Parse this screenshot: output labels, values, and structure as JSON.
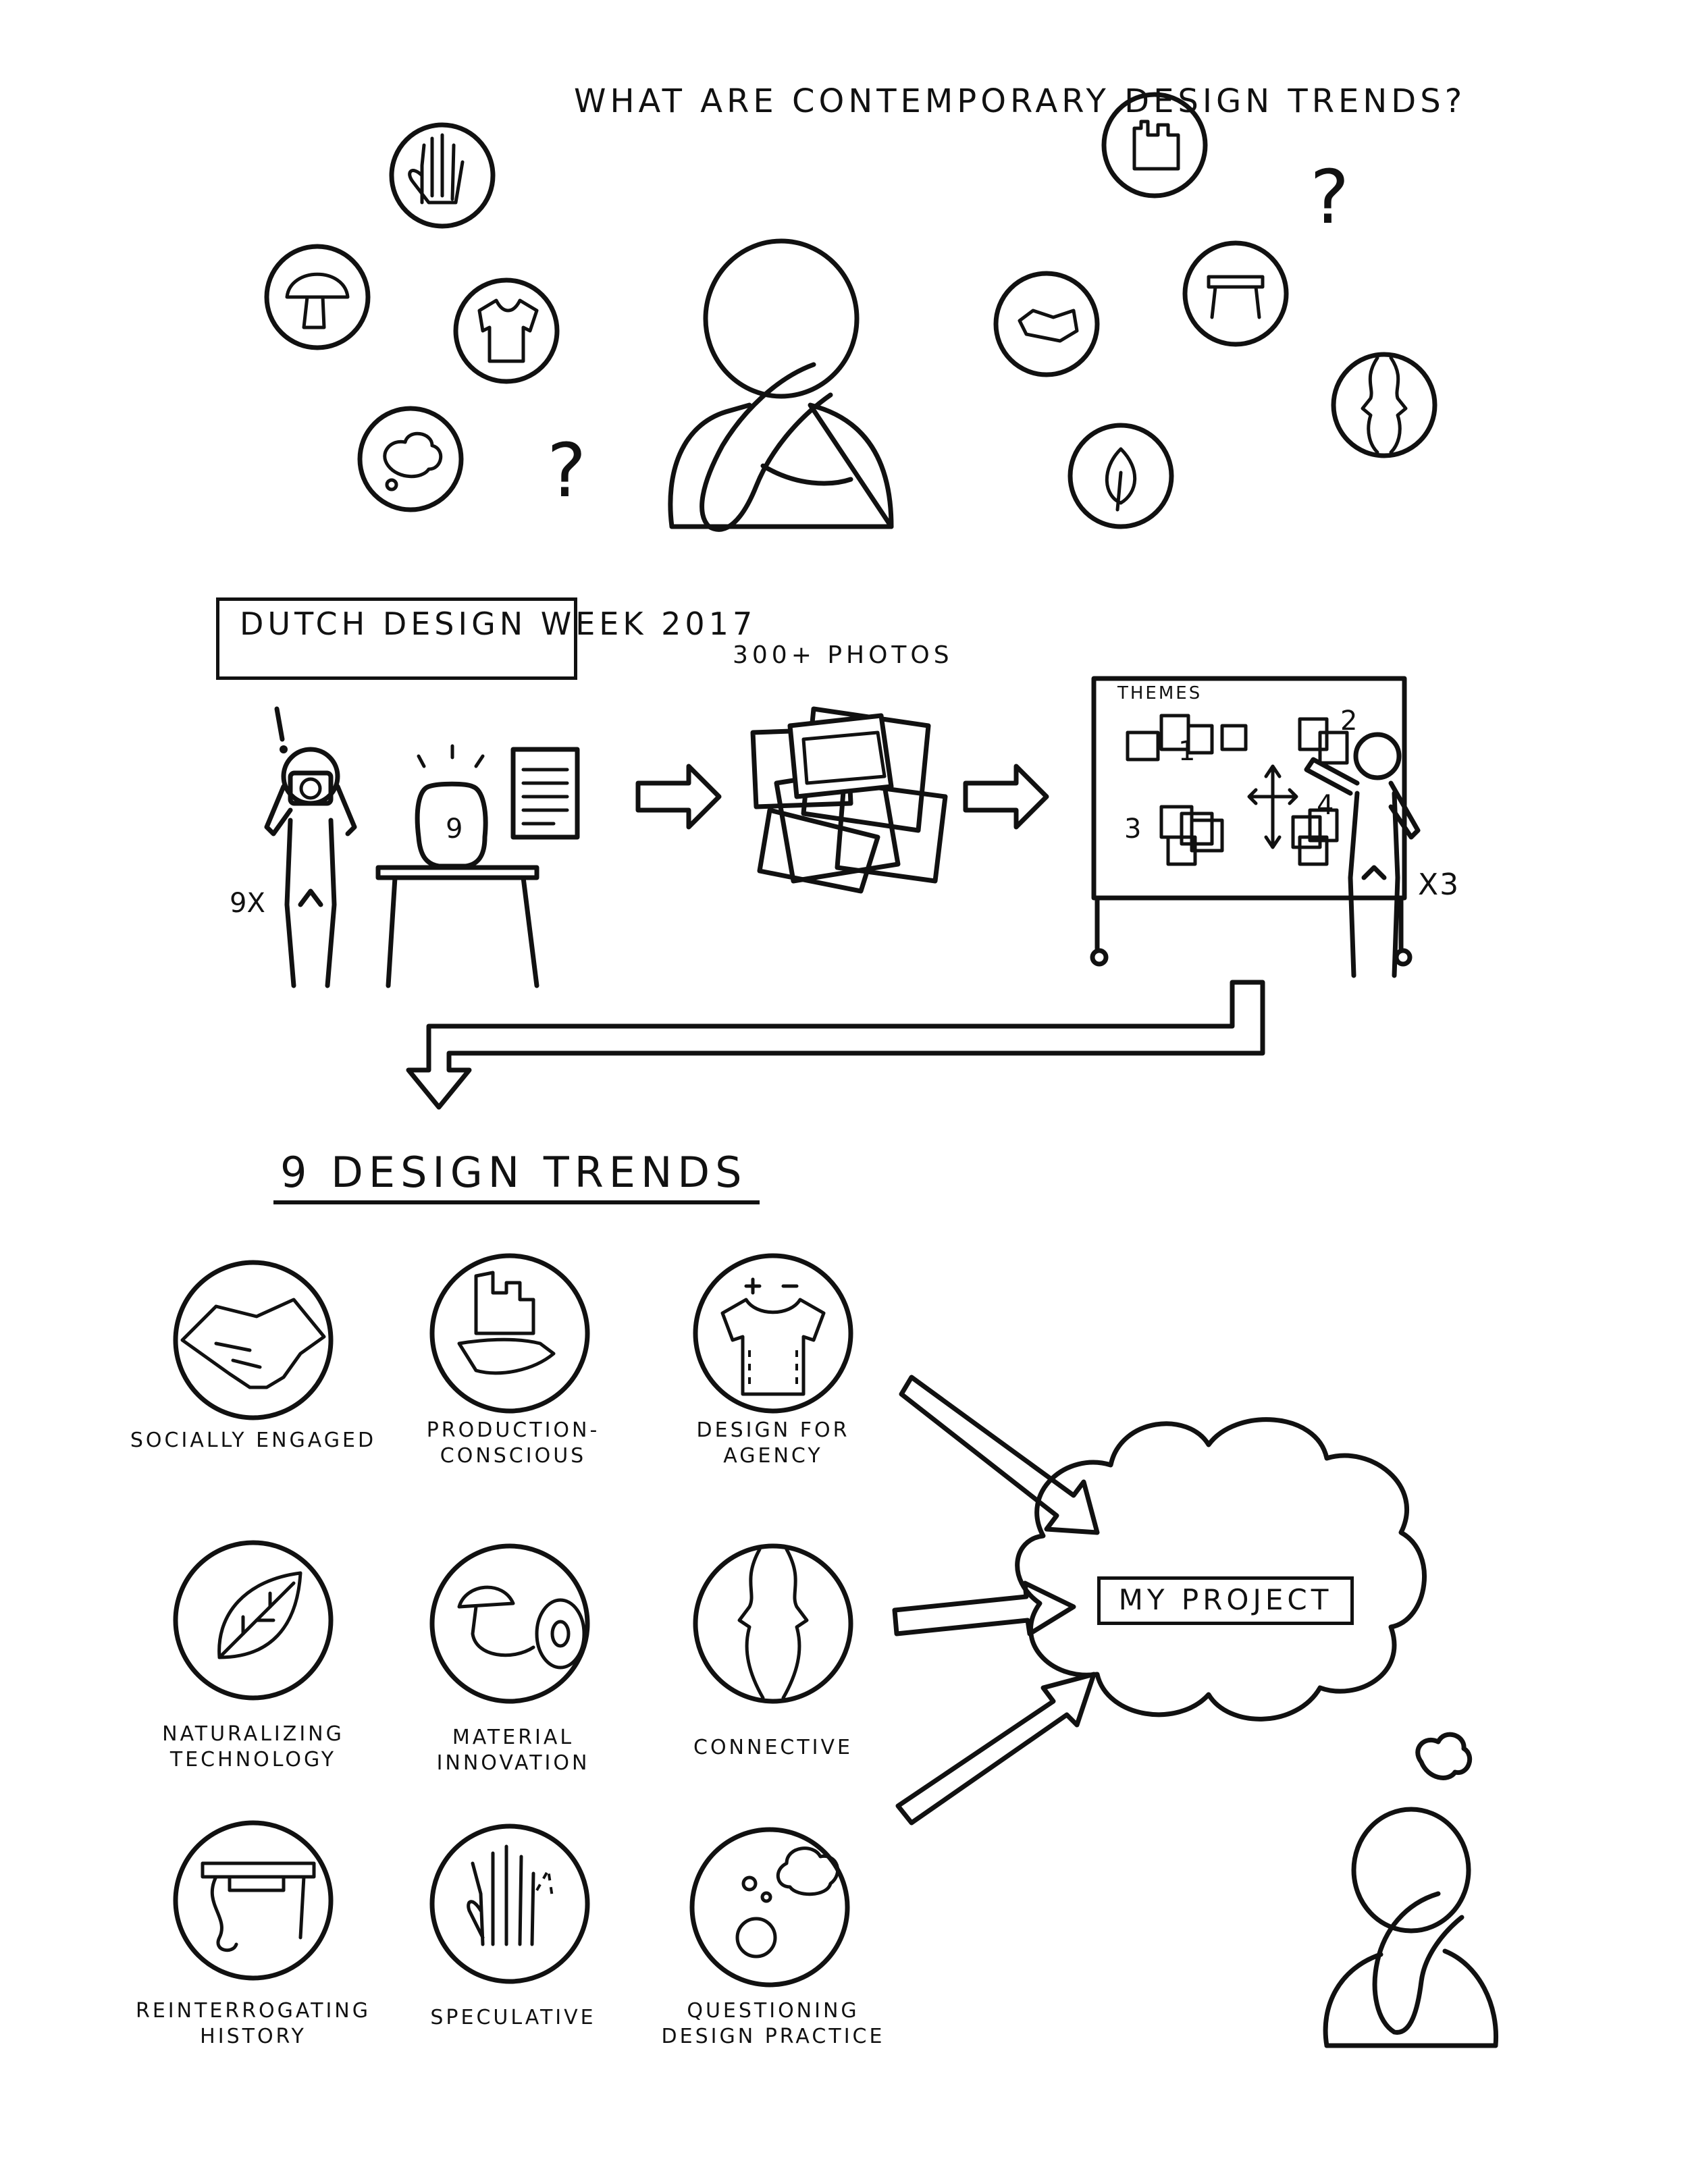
{
  "intro": {
    "question": "WHAT ARE CONTEMPORARY DESIGN TRENDS?"
  },
  "research": {
    "event": "DUTCH DESIGN WEEK 2017",
    "photos_label": "300+ PHOTOS",
    "board_label": "THEMES",
    "visit_count": "9x",
    "session_count": "x3",
    "vase_number": "9",
    "theme_numbers": [
      "1",
      "2",
      "3",
      "4"
    ]
  },
  "trends": {
    "heading": "9 DESIGN TRENDS",
    "items": [
      {
        "label": "SOCIALLY ENGAGED",
        "icon": "handshake-icon"
      },
      {
        "label": "PRODUCTION-CONSCIOUS",
        "icon": "factory-on-hand-icon"
      },
      {
        "label": "DESIGN FOR AGENCY",
        "icon": "shirt-plus-minus-icon"
      },
      {
        "label": "NATURALIZING TECHNOLOGY",
        "icon": "circuit-leaf-icon"
      },
      {
        "label": "MATERIAL INNOVATION",
        "icon": "mushroom-roll-icon"
      },
      {
        "label": "CONNECTIVE",
        "icon": "faces-icon"
      },
      {
        "label": "REINTERROGATING HISTORY",
        "icon": "ornate-table-icon"
      },
      {
        "label": "SPECULATIVE",
        "icon": "hand-extra-finger-icon"
      },
      {
        "label": "QUESTIONING DESIGN PRACTICE",
        "icon": "thinking-person-icon"
      }
    ]
  },
  "project": {
    "label": "MY PROJECT"
  }
}
